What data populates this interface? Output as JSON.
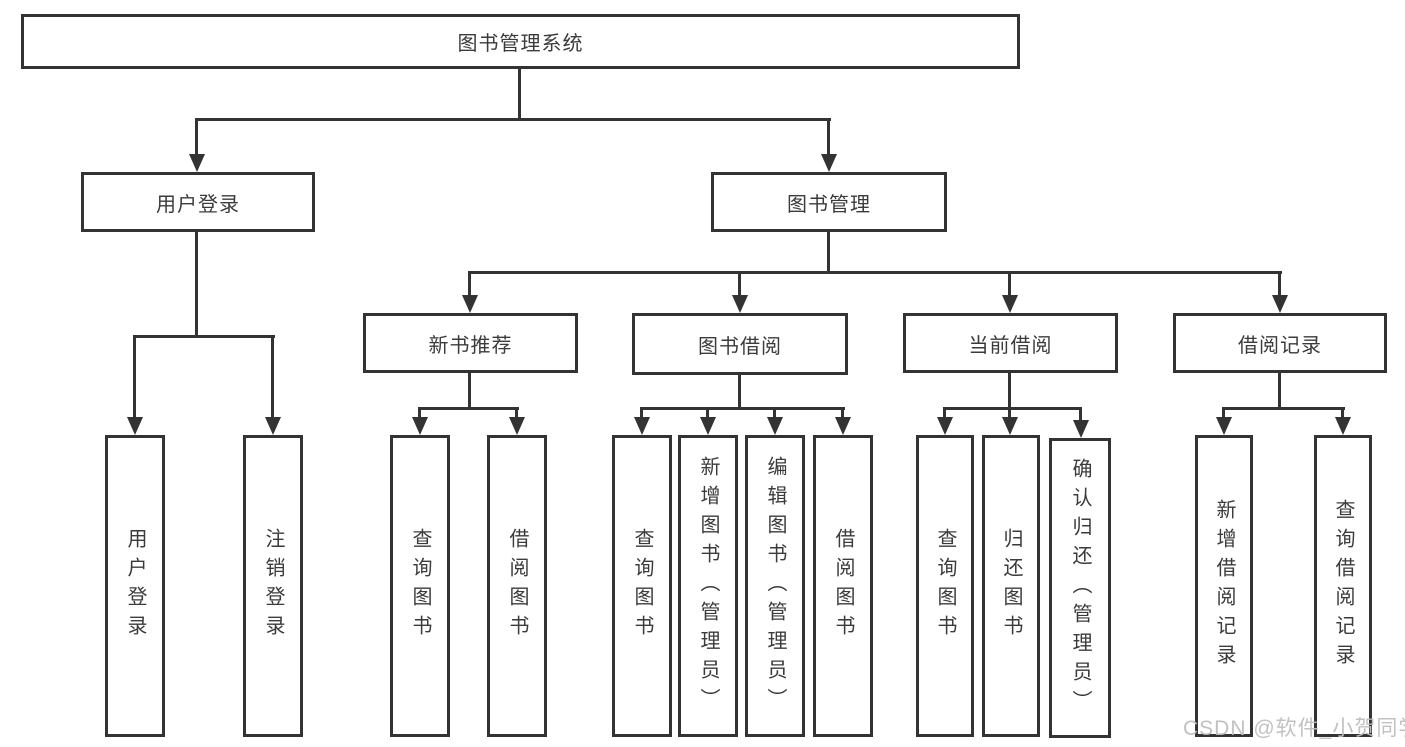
{
  "nodes": {
    "root": "图书管理系统",
    "level2": [
      "用户登录",
      "图书管理"
    ],
    "level3": [
      "新书推荐",
      "图书借阅",
      "当前借阅",
      "借阅记录"
    ],
    "leaves_login": [
      "用户登录",
      "注销登录"
    ],
    "leaves_recommend": [
      "查询图书",
      "借阅图书"
    ],
    "leaves_borrow": [
      "查询图书",
      "新增图书（管理员）",
      "编辑图书（管理员）",
      "借阅图书"
    ],
    "leaves_current": [
      "查询图书",
      "归还图书",
      "确认归还（管理员）"
    ],
    "leaves_records": [
      "新增借阅记录",
      "查询借阅记录"
    ]
  },
  "watermark": "CSDN @软件_小贺同学",
  "colors": {
    "line": "#333333",
    "text": "#3b3b3b",
    "box_background": "#ffffff",
    "watermark": "#bebebe",
    "background": "#ffffff"
  }
}
